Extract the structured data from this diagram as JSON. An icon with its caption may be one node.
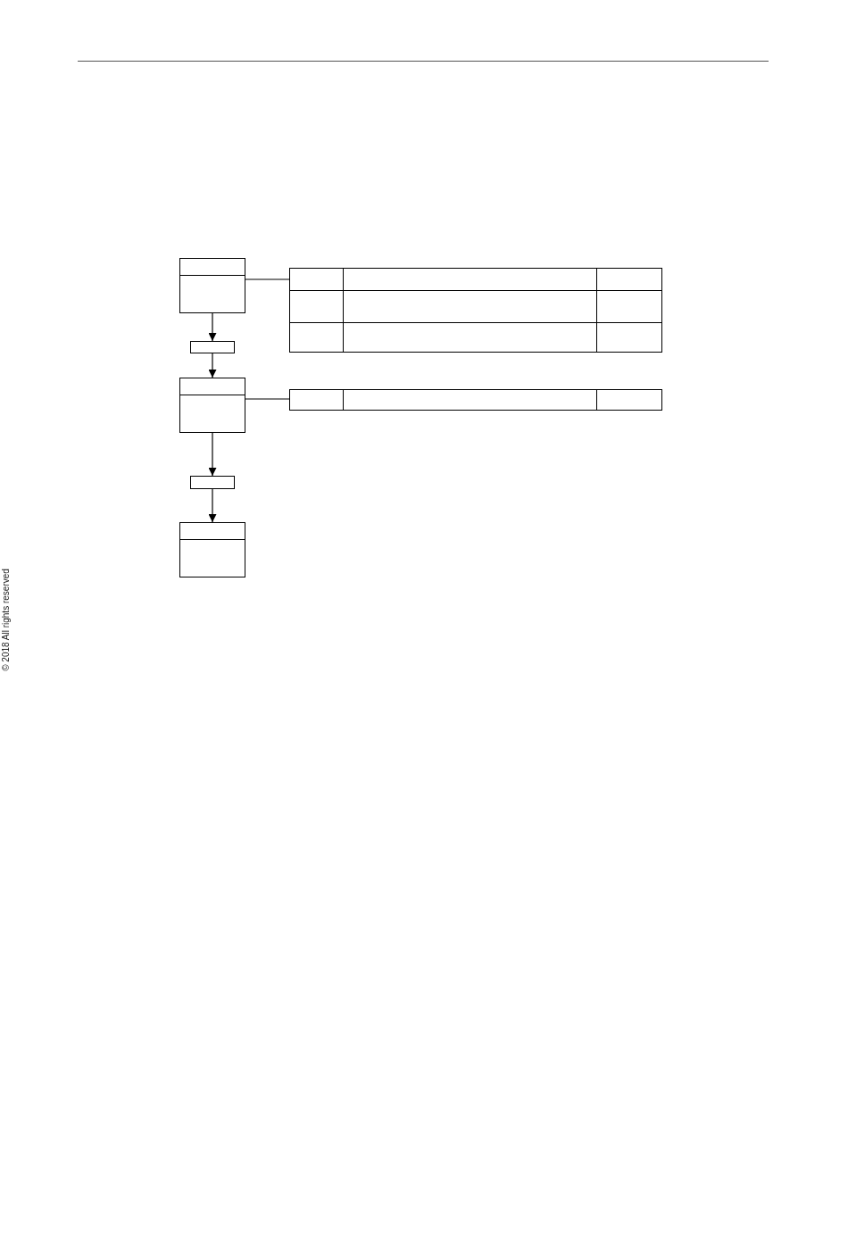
{
  "diagram": {
    "nodes": [
      {
        "text": [],
        "shape": "box"
      },
      {
        "text": [],
        "shape": "bar"
      },
      {
        "text": [],
        "shape": "box"
      },
      {
        "text": [],
        "shape": "bar"
      },
      {
        "text": [],
        "shape": "box"
      },
      {
        "text": [],
        "shape": "table"
      },
      {
        "text": [],
        "shape": "table"
      }
    ],
    "edges": [
      {
        "from": 0,
        "to": 1,
        "arrow": "to"
      },
      {
        "from": 1,
        "to": 2,
        "arrow": "to"
      },
      {
        "from": 2,
        "to": 3,
        "arrow": "to"
      },
      {
        "from": 3,
        "to": 4,
        "arrow": "to"
      },
      {
        "from": 0,
        "to": 5,
        "arrow": "none"
      },
      {
        "from": 2,
        "to": 6,
        "arrow": "none"
      }
    ],
    "labels": [
      "© 2018 All rights reserved"
    ]
  }
}
